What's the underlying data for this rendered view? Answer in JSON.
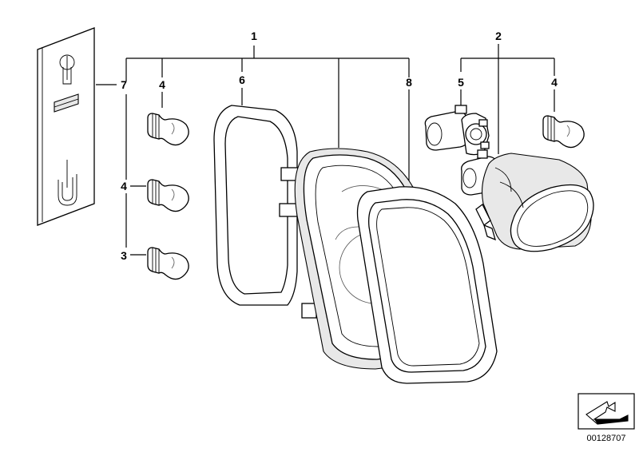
{
  "callouts": [
    {
      "id": "c1",
      "label": "1"
    },
    {
      "id": "c2",
      "label": "2"
    },
    {
      "id": "c3",
      "label": "3"
    },
    {
      "id": "c4a",
      "label": "4"
    },
    {
      "id": "c4b",
      "label": "4"
    },
    {
      "id": "c4c",
      "label": "4"
    },
    {
      "id": "c5",
      "label": "5"
    },
    {
      "id": "c6",
      "label": "6"
    },
    {
      "id": "c7",
      "label": "7"
    },
    {
      "id": "c8",
      "label": "8"
    }
  ],
  "catalog_number": "00128707",
  "icons": {
    "orientation_arrow": "view-direction-arrow-icon"
  },
  "colors": {
    "line": "#000000",
    "background": "#ffffff"
  }
}
